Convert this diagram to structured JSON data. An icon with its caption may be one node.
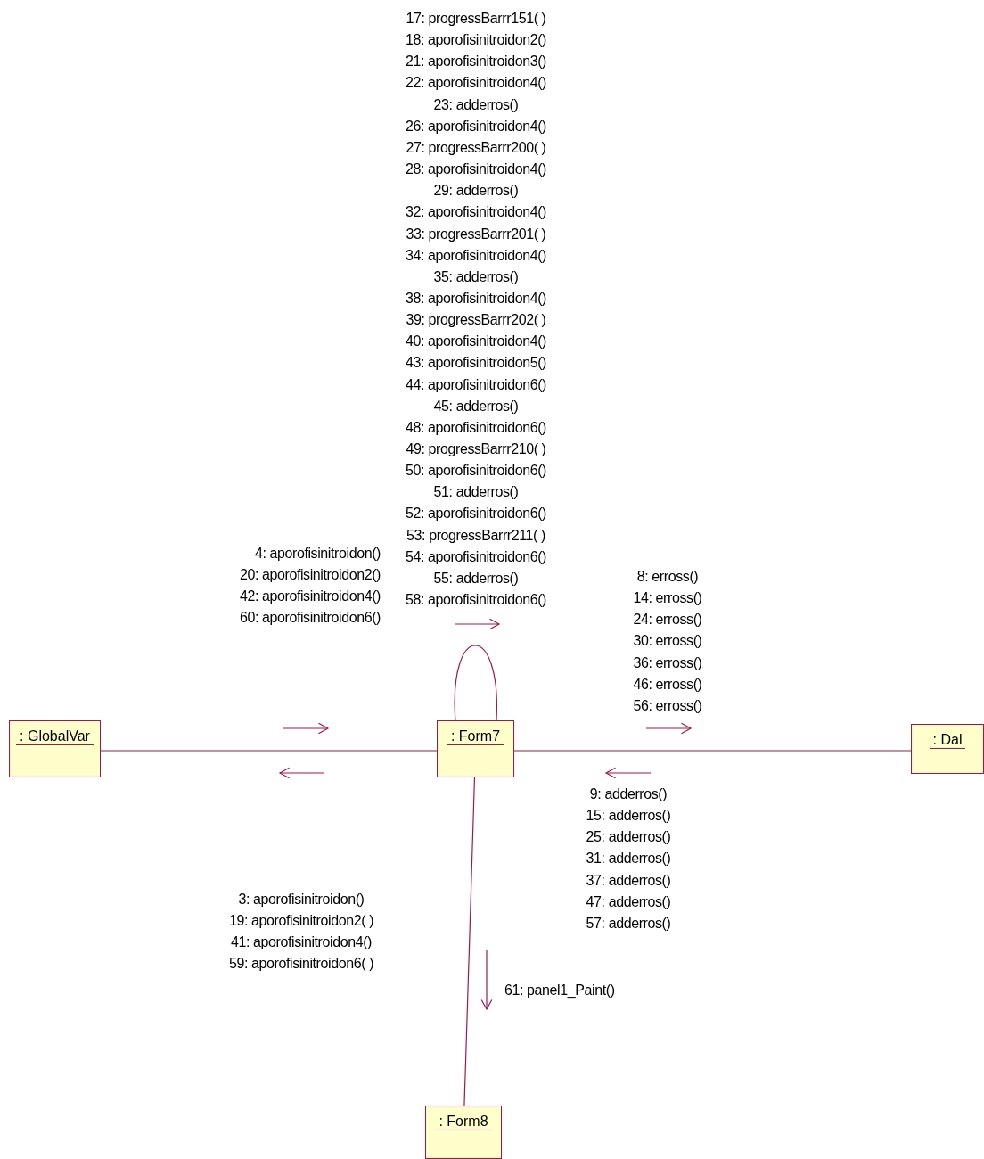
{
  "diagram": {
    "nodes": [
      {
        "text": [
          ": GlobalVar"
        ]
      },
      {
        "text": [
          ": Form7"
        ]
      },
      {
        "text": [
          ": Dal"
        ]
      },
      {
        "text": [
          ": Form8"
        ]
      }
    ],
    "edges": [
      {
        "from": 0,
        "to": 1,
        "arrow": "none"
      },
      {
        "from": 1,
        "to": 1,
        "arrow": "none"
      },
      {
        "from": 1,
        "to": 2,
        "arrow": "none"
      },
      {
        "from": 1,
        "to": 3,
        "arrow": "none"
      }
    ],
    "labels": [
      "17: progressBarrr151( )",
      "18: aporofisinitroidon2()",
      "21: aporofisinitroidon3()",
      "22: aporofisinitroidon4()",
      "23: adderros()",
      "26: aporofisinitroidon4()",
      "27: progressBarrr200( )",
      "28: aporofisinitroidon4()",
      "29: adderros()",
      "32: aporofisinitroidon4()",
      "33: progressBarrr201( )",
      "34: aporofisinitroidon4()",
      "35: adderros()",
      "38: aporofisinitroidon4()",
      "39: progressBarrr202( )",
      "40: aporofisinitroidon4()",
      "43: aporofisinitroidon5()",
      "44: aporofisinitroidon6()",
      "45: adderros()",
      "48: aporofisinitroidon6()",
      "49: progressBarrr210( )",
      "50: aporofisinitroidon6()",
      "51: adderros()",
      "52: aporofisinitroidon6()",
      "53: progressBarrr211( )",
      "54: aporofisinitroidon6()",
      "55: adderros()",
      "58: aporofisinitroidon6()",
      "4: aporofisinitroidon()",
      "20: aporofisinitroidon2()",
      "42: aporofisinitroidon4()",
      "60: aporofisinitroidon6()",
      "8: erross()",
      "14: erross()",
      "24: erross()",
      "30: erross()",
      "36: erross()",
      "46: erross()",
      "56: erross()",
      "9: adderros()",
      "15: adderros()",
      "25: adderros()",
      "31: adderros()",
      "37: adderros()",
      "47: adderros()",
      "57: adderros()",
      "3: aporofisinitroidon()",
      "19: aporofisinitroidon2( )",
      "41: aporofisinitroidon4()",
      "59: aporofisinitroidon6( )",
      "61: panel1_Paint()"
    ]
  }
}
